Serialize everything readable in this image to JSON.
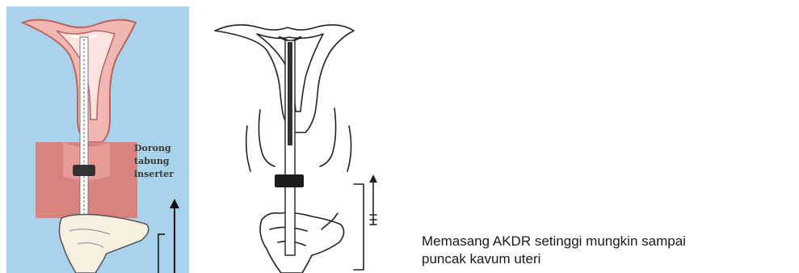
{
  "figure_left": {
    "label_lines": [
      "Dorong",
      "tabung",
      "inserter"
    ]
  },
  "caption": {
    "lines": [
      "Memasang AKDR setinggi mungkin sampai",
      "puncak kavum uteri"
    ]
  },
  "colors": {
    "panel_bg": "#a9d3ea",
    "uterus_fill": "#f2b7b1",
    "uterus_outline": "#b9655e",
    "cervix_fill": "#d9837f",
    "skin": "#f7efe0",
    "line_art": "#222222"
  }
}
